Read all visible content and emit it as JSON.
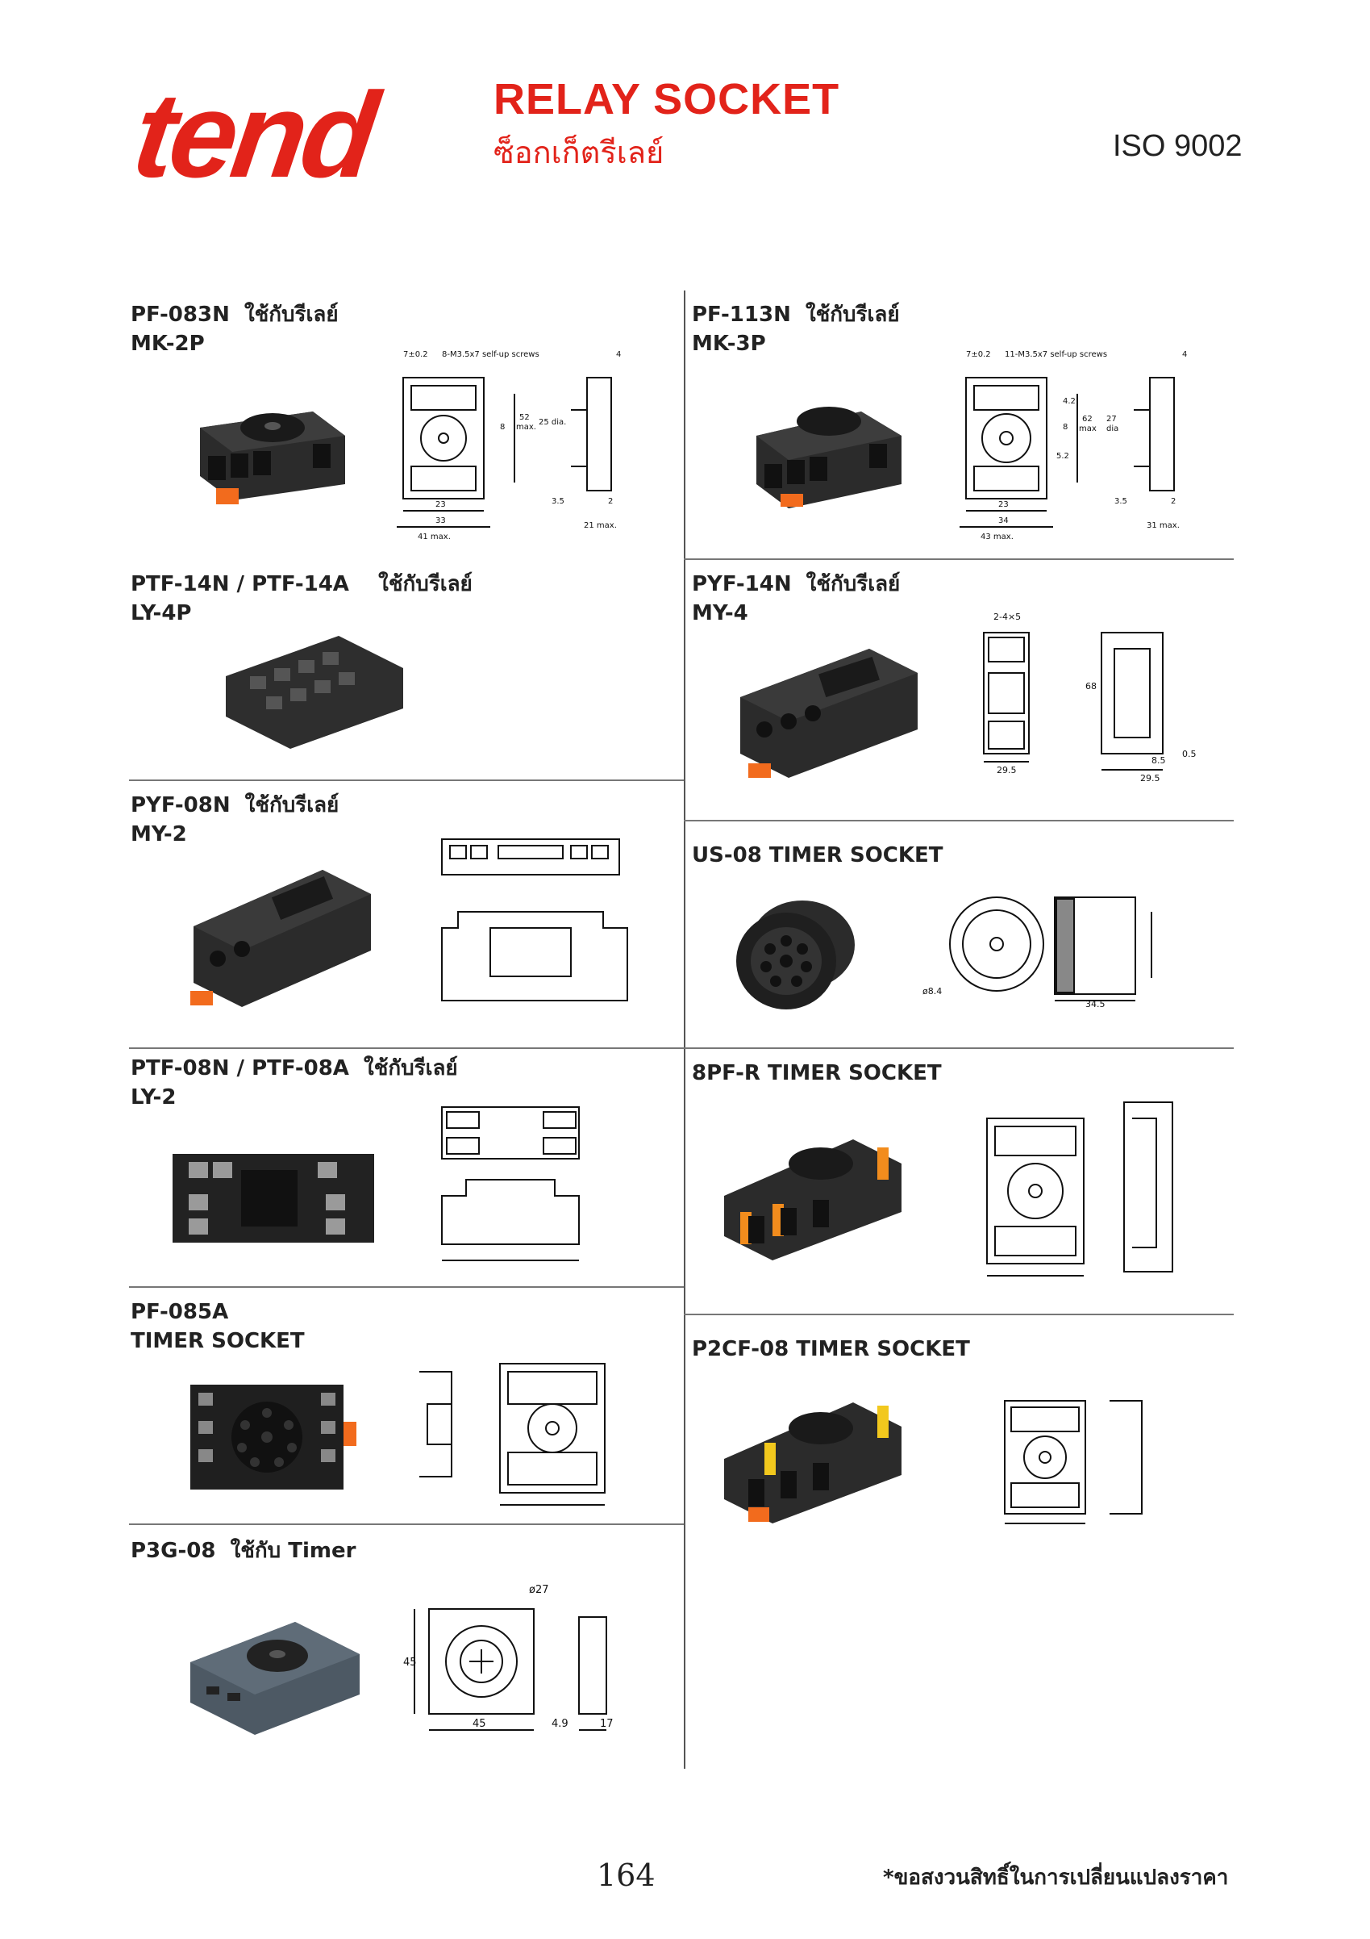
{
  "header": {
    "logo_text": "tend",
    "title": "RELAY SOCKET",
    "subtitle": "ซ็อกเก็ตรีเลย์",
    "certification": "ISO 9002"
  },
  "products": [
    {
      "title": "PF-083N  ใช้กับรีเลย์",
      "subtitle": "MK-2P"
    },
    {
      "title": "PF-113N  ใช้กับรีเลย์",
      "subtitle": "MK-3P"
    },
    {
      "title": "PTF-14N / PTF-14A    ใช้กับรีเลย์",
      "subtitle": "LY-4P"
    },
    {
      "title": "PYF-14N  ใช้กับรีเลย์",
      "subtitle": "MY-4"
    },
    {
      "title": "PYF-08N  ใช้กับรีเลย์",
      "subtitle": "MY-2"
    },
    {
      "title": "US-08 TIMER SOCKET",
      "subtitle": ""
    },
    {
      "title": "PTF-08N / PTF-08A  ใช้กับรีเลย์",
      "subtitle": "LY-2"
    },
    {
      "title": "8PF-R TIMER SOCKET",
      "subtitle": ""
    },
    {
      "title": "PF-085A",
      "subtitle": "TIMER SOCKET"
    },
    {
      "title": "P2CF-08 TIMER SOCKET",
      "subtitle": ""
    },
    {
      "title": "P3G-08  ใช้กับ Timer",
      "subtitle": ""
    }
  ],
  "drawings": {
    "pf083n": [
      "7±0.2",
      "8-M3.5x7 self-up screws",
      "4",
      "52",
      "max.",
      "25 dia.",
      "8",
      "23",
      "33",
      "41 max.",
      "3.5",
      "2",
      "21 max."
    ],
    "pf113n": [
      "7±0.2",
      "11-M3.5x7 self-up screws",
      "4",
      "4.2",
      "62",
      "max",
      "27",
      "dia",
      "8",
      "5.2",
      "23",
      "34",
      "43 max.",
      "3.5",
      "2",
      "31 max."
    ],
    "pyf14n": [
      "2-4×5",
      "68",
      "29.5",
      "29.5",
      "8.5",
      "0.5"
    ],
    "us08": [
      "ø8.4",
      "34.5"
    ],
    "p3g08": [
      "ø27",
      "45",
      "45",
      "4.9",
      "17"
    ]
  },
  "footer": {
    "page_number": "164",
    "note": "*ขอสงวนสิทธิ์ในการเปลี่ยนแปลงราคา"
  }
}
